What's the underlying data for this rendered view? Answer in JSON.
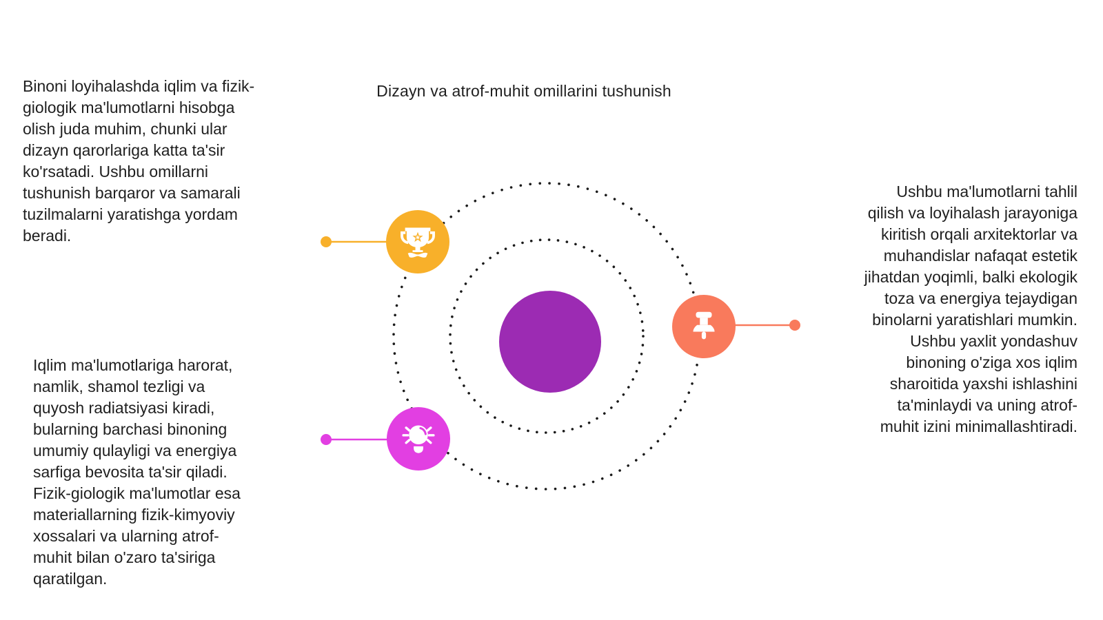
{
  "title": "Dizayn va atrof-muhit omillarini tushunish",
  "text_blocks": {
    "top_left": "Binoni loyihalashda iqlim va fizik-\ngiologik ma'lumotlarni hisobga\nolish juda muhim, chunki ular\ndizayn qarorlariga katta ta'sir\nko'rsatadi. Ushbu omillarni\ntushunish barqaror va samarali\ntuzilmalarni yaratishga yordam\nberadi.",
    "bottom_left": "Iqlim ma'lumotlariga harorat,\nnamlik, shamol tezligi va\nquyosh radiatsiyasi kiradi,\nbularning barchasi binoning\numumiy qulayligi va energiya\nsarfiga bevosita ta'sir qiladi.\nFizik-giologik ma'lumotlar esa\nmateriallarning fizik-kimyoviy\nxossalari va ularning atrof-\nmuhit bilan o'zaro ta'siriga\nqaratilgan.",
    "right": "Ushbu ma'lumotlarni tahlil\nqilish va loyihalash jarayoniga\nkiritish orqali arxitektorlar va\nmuhandislar nafaqat estetik\njihatdan yoqimli, balki ekologik\ntoza va energiya tejaydigan\nbinolarni yaratishlari mumkin.\nUshbu yaxlit yondashuv\nbinoning o'ziga xos iqlim\nsharoitida yaxshi ishlashini\nta'minlaydi va uning atrof-\nmuhit izini minimallashtiradi.",
    "text_color": "#1f1f1f"
  },
  "colors": {
    "background": "#ffffff",
    "ring_dots": "#1b1b1b",
    "center_circle": "#9c2bb3"
  },
  "nodes": [
    {
      "icon": "trophy-icon",
      "color": "#f8b02a"
    },
    {
      "icon": "lightbulb-icon",
      "color": "#e23fe2"
    },
    {
      "icon": "pushpin-icon",
      "color": "#f97a5c"
    }
  ]
}
